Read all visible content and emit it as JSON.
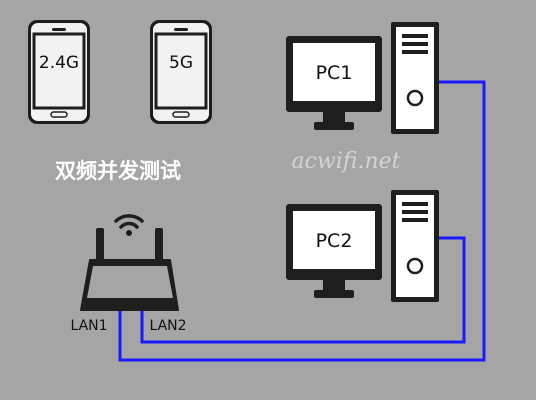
{
  "phones": [
    {
      "label": "2.4G"
    },
    {
      "label": "5G"
    }
  ],
  "caption": "双频并发测试",
  "watermark": "acwifi.net",
  "pcs": [
    {
      "label": "PC1"
    },
    {
      "label": "PC2"
    }
  ],
  "router": {
    "ports": [
      "LAN1",
      "LAN2"
    ]
  },
  "colors": {
    "background": "#a5a5a5",
    "device": "#1e1e1e",
    "screen": "#ffffff",
    "cable": "#1a1aff",
    "caption": "#ffffff",
    "watermark": "#cfcfcf"
  }
}
